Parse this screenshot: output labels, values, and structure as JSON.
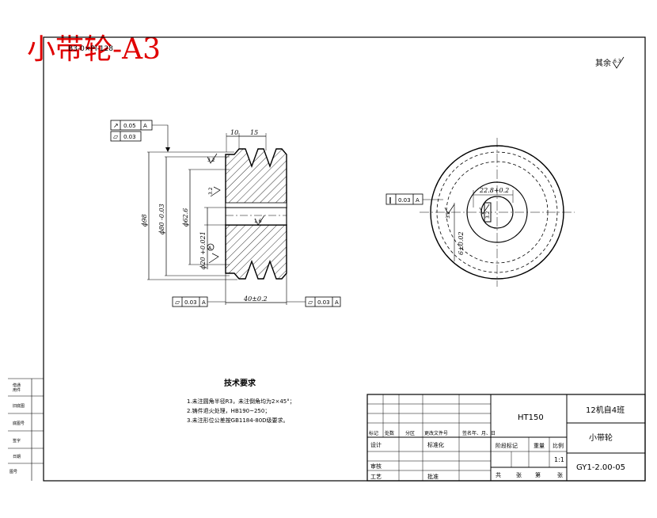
{
  "corner_title": "小带轮-A3",
  "corner_note": "B3-0×PI-128",
  "roughness_other": "其余",
  "roughness_other_value": "6.3",
  "gtol": {
    "runout_sym": "↗",
    "runout_val": "0.05",
    "runout_ref": "A",
    "flat_sym": "▱",
    "flat_val": "0.03",
    "left_bottom_sym": "▱",
    "left_bottom_val": "0.03",
    "left_bottom_ref": "A",
    "right_bottom_sym": "▱",
    "right_bottom_val": "0.03",
    "right_bottom_ref": "A",
    "circle_frame_sym": "‖",
    "circle_frame_val": "0.03",
    "circle_frame_ref": "A"
  },
  "dims": {
    "d10": "10",
    "d15": "15",
    "d98": "ϕ98",
    "d80": "ϕ80 -0.03",
    "d62": "ϕ62.6",
    "d20": "ϕ20 +0.021",
    "width": "40±0.2",
    "r32a": "3.2",
    "r32b": "3.2",
    "r32c": "3.2",
    "r32d": "3.2",
    "r16": "1.6",
    "key": "22.8+0.2",
    "keyw": "6±0.02"
  },
  "datum_label": "A",
  "tech": {
    "title": "技术要求",
    "lines": [
      "1.未注圆角半径R3，未注倒角均为2×45°；",
      "2.铸件退火处理，HB190~250；",
      "3.未注形位公差按GB1184-80D级要求。"
    ]
  },
  "titleblock": {
    "material": "HT150",
    "school": "12机自4班",
    "part_name": "小带轮",
    "drawing_no": "GY1-2.00-05",
    "rev_headers": [
      "标记",
      "处数",
      "分区",
      "更改文件号",
      "签名",
      "年、月、日"
    ],
    "design": "设计",
    "standard": "标准化",
    "review": "审核",
    "process": "工艺",
    "approve": "批准",
    "stage_mark": "阶段标记",
    "weight": "重量",
    "scale": "比例",
    "scale_value": "1:1",
    "sheet_total": "共",
    "sheet_label": "张",
    "sheet_no": "第",
    "sheet_label2": "张"
  },
  "left_stamp": [
    "借（通）用件登记",
    "旧底图总号",
    "底图总号",
    "签字",
    "日期"
  ],
  "left_stamp_short": [
    "借通",
    "用件",
    "登记",
    "旧底图",
    "签字",
    "日期",
    "底图号",
    "图号"
  ]
}
